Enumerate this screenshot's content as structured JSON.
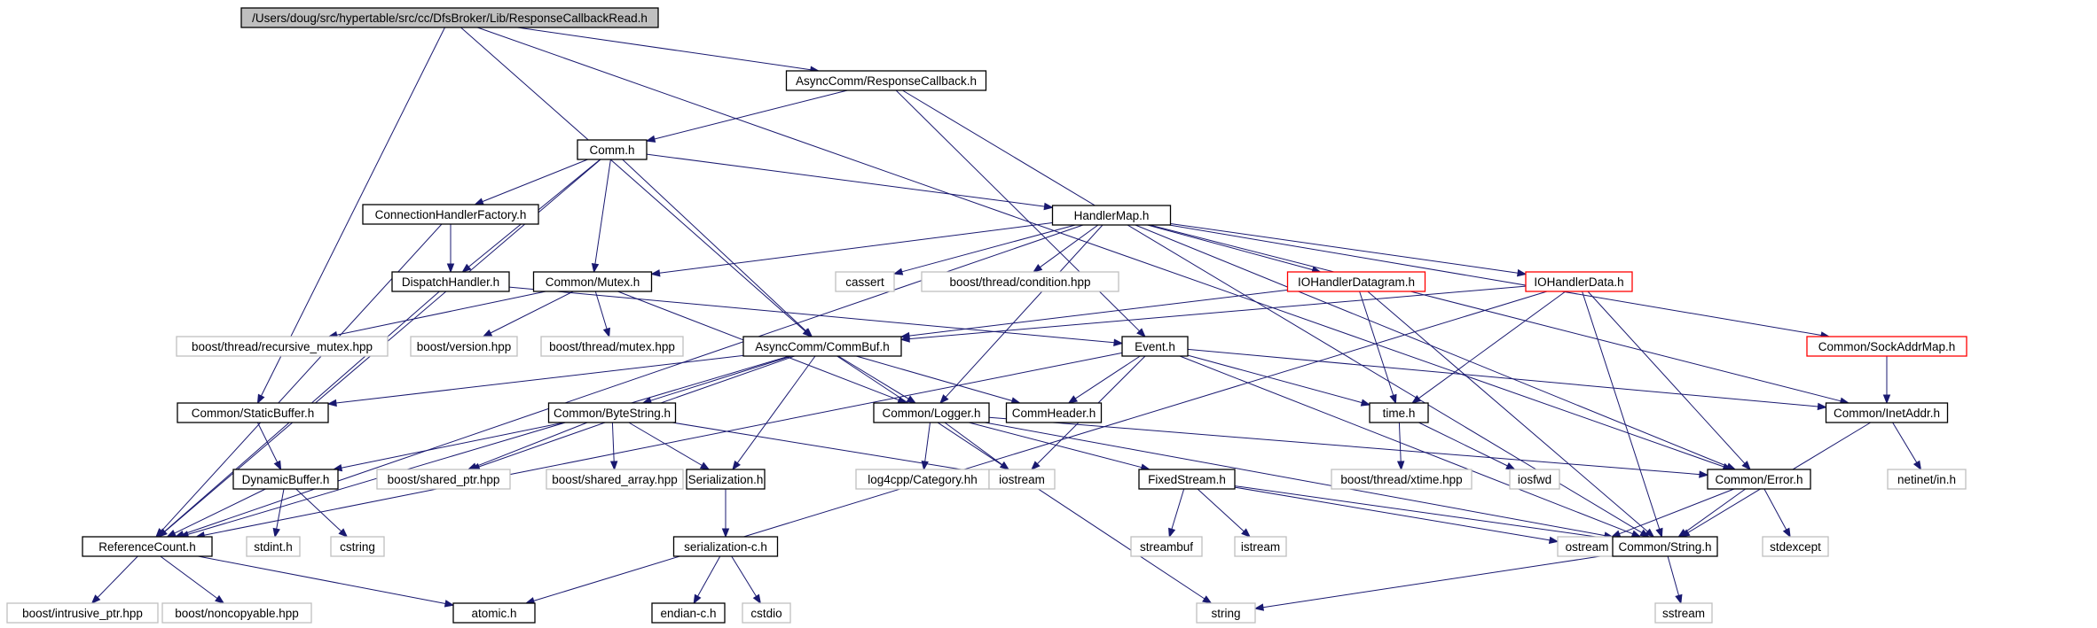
{
  "diagram": {
    "nodes": [
      {
        "id": "root",
        "label": "/Users/doug/src/hypertable/src/cc/DfsBroker/Lib/ResponseCallbackRead.h",
        "style": "root"
      },
      {
        "id": "rcb",
        "label": "AsyncComm/ResponseCallback.h",
        "style": "normal"
      },
      {
        "id": "comm",
        "label": "Comm.h",
        "style": "normal"
      },
      {
        "id": "chf",
        "label": "ConnectionHandlerFactory.h",
        "style": "normal"
      },
      {
        "id": "hmap",
        "label": "HandlerMap.h",
        "style": "normal"
      },
      {
        "id": "dh",
        "label": "DispatchHandler.h",
        "style": "normal"
      },
      {
        "id": "mutex",
        "label": "Common/Mutex.h",
        "style": "normal"
      },
      {
        "id": "cassert",
        "label": "cassert",
        "style": "system"
      },
      {
        "id": "bcond",
        "label": "boost/thread/condition.hpp",
        "style": "system"
      },
      {
        "id": "iohdg",
        "label": "IOHandlerDatagram.h",
        "style": "truncated"
      },
      {
        "id": "iohd",
        "label": "IOHandlerData.h",
        "style": "truncated"
      },
      {
        "id": "sam",
        "label": "Common/SockAddrMap.h",
        "style": "truncated"
      },
      {
        "id": "brm",
        "label": "boost/thread/recursive_mutex.hpp",
        "style": "system"
      },
      {
        "id": "bver",
        "label": "boost/version.hpp",
        "style": "system"
      },
      {
        "id": "bmutex",
        "label": "boost/thread/mutex.hpp",
        "style": "system"
      },
      {
        "id": "ccb",
        "label": "AsyncComm/CommBuf.h",
        "style": "normal"
      },
      {
        "id": "event",
        "label": "Event.h",
        "style": "normal"
      },
      {
        "id": "sbuf",
        "label": "Common/StaticBuffer.h",
        "style": "normal"
      },
      {
        "id": "bstr",
        "label": "Common/ByteString.h",
        "style": "normal"
      },
      {
        "id": "logger",
        "label": "Common/Logger.h",
        "style": "normal"
      },
      {
        "id": "chdr",
        "label": "CommHeader.h",
        "style": "normal"
      },
      {
        "id": "time",
        "label": "time.h",
        "style": "normal"
      },
      {
        "id": "inet",
        "label": "Common/InetAddr.h",
        "style": "normal"
      },
      {
        "id": "dbuf",
        "label": "DynamicBuffer.h",
        "style": "normal"
      },
      {
        "id": "bsp",
        "label": "boost/shared_ptr.hpp",
        "style": "system"
      },
      {
        "id": "bsa",
        "label": "boost/shared_array.hpp",
        "style": "system"
      },
      {
        "id": "ser",
        "label": "Serialization.h",
        "style": "normal"
      },
      {
        "id": "l4c",
        "label": "log4cpp/Category.hh",
        "style": "system"
      },
      {
        "id": "iostream",
        "label": "iostream",
        "style": "system"
      },
      {
        "id": "fstream",
        "label": "FixedStream.h",
        "style": "normal"
      },
      {
        "id": "bxt",
        "label": "boost/thread/xtime.hpp",
        "style": "system"
      },
      {
        "id": "iosfwd",
        "label": "iosfwd",
        "style": "system"
      },
      {
        "id": "err",
        "label": "Common/Error.h",
        "style": "normal"
      },
      {
        "id": "netin",
        "label": "netinet/in.h",
        "style": "system"
      },
      {
        "id": "refc",
        "label": "ReferenceCount.h",
        "style": "normal"
      },
      {
        "id": "stdint",
        "label": "stdint.h",
        "style": "system"
      },
      {
        "id": "cstring",
        "label": "cstring",
        "style": "system"
      },
      {
        "id": "serc",
        "label": "serialization-c.h",
        "style": "normal"
      },
      {
        "id": "streambuf",
        "label": "streambuf",
        "style": "system"
      },
      {
        "id": "istream",
        "label": "istream",
        "style": "system"
      },
      {
        "id": "ostream",
        "label": "ostream",
        "style": "system"
      },
      {
        "id": "cstr",
        "label": "Common/String.h",
        "style": "normal"
      },
      {
        "id": "stdexcept",
        "label": "stdexcept",
        "style": "system"
      },
      {
        "id": "bip",
        "label": "boost/intrusive_ptr.hpp",
        "style": "system"
      },
      {
        "id": "bnc",
        "label": "boost/noncopyable.hpp",
        "style": "system"
      },
      {
        "id": "atomic",
        "label": "atomic.h",
        "style": "normal"
      },
      {
        "id": "endianc",
        "label": "endian-c.h",
        "style": "normal"
      },
      {
        "id": "cstdio",
        "label": "cstdio",
        "style": "system"
      },
      {
        "id": "string",
        "label": "string",
        "style": "system"
      },
      {
        "id": "sstream",
        "label": "sstream",
        "style": "system"
      }
    ],
    "edges": [
      [
        "root",
        "rcb"
      ],
      [
        "root",
        "sbuf"
      ],
      [
        "root",
        "ccb"
      ],
      [
        "root",
        "err"
      ],
      [
        "rcb",
        "comm"
      ],
      [
        "rcb",
        "event"
      ],
      [
        "rcb",
        "cstr"
      ],
      [
        "comm",
        "chf"
      ],
      [
        "comm",
        "dh"
      ],
      [
        "comm",
        "mutex"
      ],
      [
        "comm",
        "hmap"
      ],
      [
        "comm",
        "ccb"
      ],
      [
        "comm",
        "refc"
      ],
      [
        "chf",
        "dh"
      ],
      [
        "chf",
        "refc"
      ],
      [
        "dh",
        "event"
      ],
      [
        "dh",
        "refc"
      ],
      [
        "mutex",
        "brm"
      ],
      [
        "mutex",
        "bver"
      ],
      [
        "mutex",
        "bmutex"
      ],
      [
        "mutex",
        "logger"
      ],
      [
        "hmap",
        "mutex"
      ],
      [
        "hmap",
        "cassert"
      ],
      [
        "hmap",
        "bcond"
      ],
      [
        "hmap",
        "iohdg"
      ],
      [
        "hmap",
        "iohd"
      ],
      [
        "hmap",
        "sam"
      ],
      [
        "hmap",
        "logger"
      ],
      [
        "hmap",
        "refc"
      ],
      [
        "hmap",
        "err"
      ],
      [
        "hmap",
        "inet"
      ],
      [
        "iohdg",
        "ccb"
      ],
      [
        "iohdg",
        "time"
      ],
      [
        "iohdg",
        "cstr"
      ],
      [
        "iohd",
        "ccb"
      ],
      [
        "iohd",
        "time"
      ],
      [
        "iohd",
        "err"
      ],
      [
        "iohd",
        "cstr"
      ],
      [
        "iohd",
        "atomic"
      ],
      [
        "sam",
        "inet"
      ],
      [
        "ccb",
        "sbuf"
      ],
      [
        "ccb",
        "bstr"
      ],
      [
        "ccb",
        "logger"
      ],
      [
        "ccb",
        "chdr"
      ],
      [
        "ccb",
        "bsp"
      ],
      [
        "ccb",
        "ser"
      ],
      [
        "ccb",
        "refc"
      ],
      [
        "ccb",
        "string"
      ],
      [
        "event",
        "chdr"
      ],
      [
        "event",
        "time"
      ],
      [
        "event",
        "inet"
      ],
      [
        "event",
        "iostream"
      ],
      [
        "event",
        "refc"
      ],
      [
        "event",
        "cstr"
      ],
      [
        "sbuf",
        "dbuf"
      ],
      [
        "bstr",
        "dbuf"
      ],
      [
        "bstr",
        "bsp"
      ],
      [
        "bstr",
        "bsa"
      ],
      [
        "bstr",
        "ser"
      ],
      [
        "bstr",
        "iostream"
      ],
      [
        "logger",
        "l4c"
      ],
      [
        "logger",
        "iostream"
      ],
      [
        "logger",
        "fstream"
      ],
      [
        "logger",
        "err"
      ],
      [
        "logger",
        "cstr"
      ],
      [
        "time",
        "bxt"
      ],
      [
        "time",
        "iosfwd"
      ],
      [
        "inet",
        "netin"
      ],
      [
        "inet",
        "cstr"
      ],
      [
        "dbuf",
        "refc"
      ],
      [
        "dbuf",
        "stdint"
      ],
      [
        "dbuf",
        "cstring"
      ],
      [
        "ser",
        "serc"
      ],
      [
        "serc",
        "endianc"
      ],
      [
        "serc",
        "cstdio"
      ],
      [
        "fstream",
        "streambuf"
      ],
      [
        "fstream",
        "istream"
      ],
      [
        "fstream",
        "ostream"
      ],
      [
        "fstream",
        "cstr"
      ],
      [
        "err",
        "ostream"
      ],
      [
        "err",
        "cstr"
      ],
      [
        "err",
        "stdexcept"
      ],
      [
        "refc",
        "bip"
      ],
      [
        "refc",
        "bnc"
      ],
      [
        "refc",
        "atomic"
      ],
      [
        "cstr",
        "string"
      ],
      [
        "cstr",
        "sstream"
      ]
    ]
  },
  "colors": {
    "edge": "#191970",
    "normal_border": "#000000",
    "truncated_border": "#ff0000",
    "system_border": "#bfbfbf",
    "root_fill": "#bfbfbf"
  }
}
